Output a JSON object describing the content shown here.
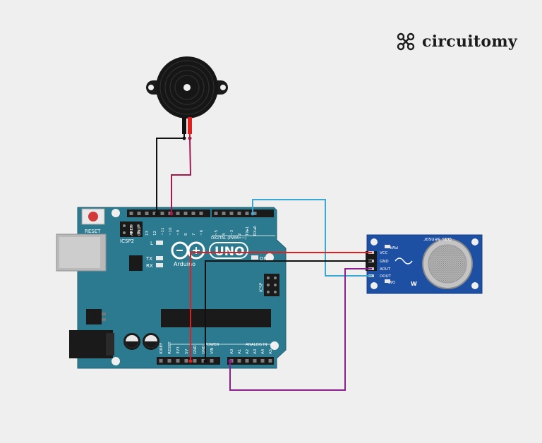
{
  "brand": {
    "name": "circuitomy",
    "icon": "circuit-logo-icon"
  },
  "arduino": {
    "reset_label": "RESET",
    "icsp2_label": "ICSP2",
    "icsp_label": "ICSP",
    "led_l": "L",
    "led_tx": "TX",
    "led_rx": "RX",
    "on_label": "ON",
    "logo_text": "UNO",
    "brand_text": "Arduino",
    "digital_label": "DIGITAL (PWM=~)",
    "power_label": "POWER",
    "analog_label": "ANALOG IN",
    "digital_pins": [
      "AREF",
      "GND",
      "13",
      "12",
      "~11",
      "~10",
      "~9",
      "8",
      "7",
      "~6",
      "~5",
      "4",
      "~3",
      "2",
      "TX▸1",
      "RX◂0"
    ],
    "power_pins": [
      "IOREF",
      "RESET",
      "3V3",
      "5V",
      "GND",
      "GND",
      "VIN"
    ],
    "analog_pins": [
      "A0",
      "A1",
      "A2",
      "A3",
      "A4",
      "A5"
    ]
  },
  "gas_sensor": {
    "title": "Gas Sensor",
    "pins": [
      "VCC",
      "GND",
      "AOUT",
      "DOUT"
    ],
    "pwr_label": "PWR",
    "dat_label": "DAT"
  },
  "colors": {
    "background": "#efefef",
    "board": "#2b7a8f",
    "sensor_board": "#1d4fa3",
    "wire_red": "#e0201e",
    "wire_black": "#111111",
    "wire_cyan": "#3aa9d1",
    "wire_purple": "#8c1f8c",
    "wire_maroon": "#a3184f"
  }
}
